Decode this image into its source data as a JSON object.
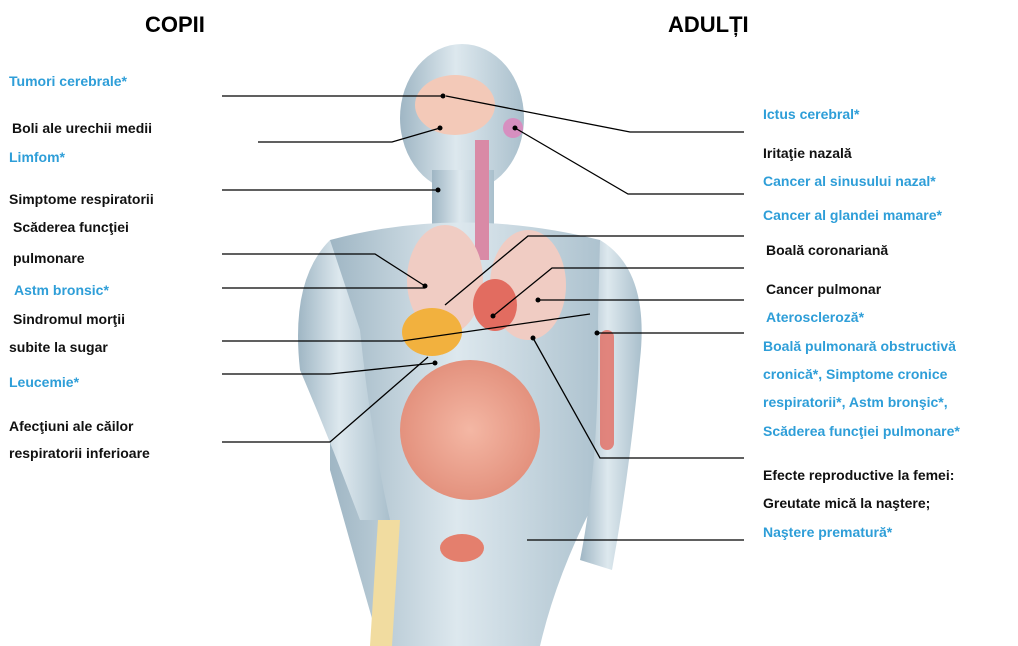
{
  "headers": {
    "children": "COPII",
    "adults": "ADULȚI"
  },
  "children_labels": {
    "brain_tumors": "Tumori cerebrale*",
    "middle_ear": "Boli ale urechii medii",
    "lymphoma": "Limfom*",
    "resp_symptoms": "Simptome respiratorii",
    "lung_function_1": "Scăderea funcţiei",
    "lung_function_2": "pulmonare",
    "asthma": "Astm bronsic*",
    "sids_1": "Sindromul morţii",
    "sids_2": "subite la sugar",
    "leukemia": "Leucemie*",
    "lower_resp_1": "Afecţiuni ale căilor",
    "lower_resp_2": "respiratorii inferioare"
  },
  "adult_labels": {
    "stroke": "Ictus  cerebral*",
    "nasal_irritation": "Iritaţie nazală",
    "nasal_sinus_cancer": "Cancer al sinusului nazal*",
    "breast_cancer": "Cancer al glandei mamare*",
    "coronary": "Boală coronariană",
    "lung_cancer": "Cancer pulmonar",
    "atherosclerosis": "Ateroscleroză*",
    "copd_1": "Boală pulmonară obstructivă",
    "copd_2": "cronică*, Simptome cronice",
    "copd_3": "respiratorii*, Astm bronşic*,",
    "copd_4": "Scăderea funcţiei pulmonare*",
    "repro_1": "Efecte reproductive la femei:",
    "repro_2": "Greutate mică la naştere;",
    "premature": "Naştere prematură*"
  },
  "colors": {
    "blue_label": "#2e9ed8",
    "black_label": "#111111",
    "leader_line": "#000000"
  }
}
